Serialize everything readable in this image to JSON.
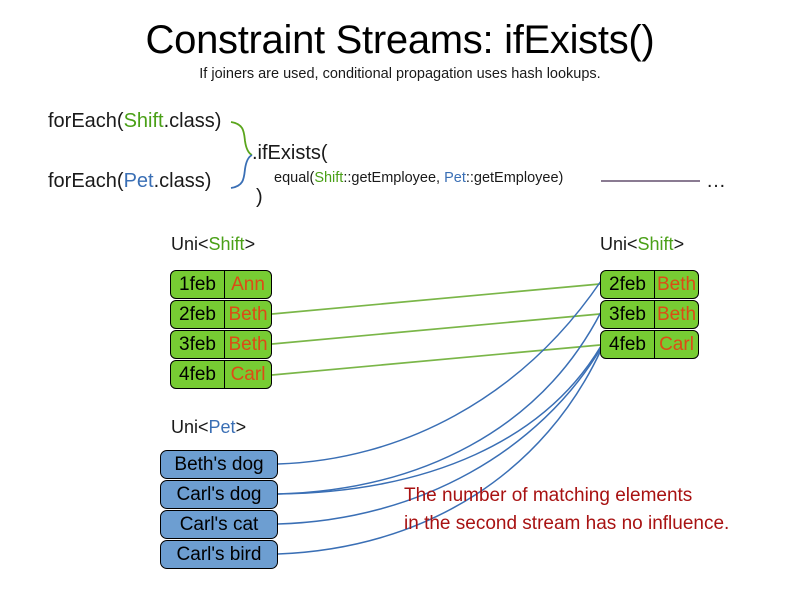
{
  "slide": {
    "title": "Constraint Streams: ifExists()",
    "subtitle": "If joiners are used, conditional propagation uses hash lookups."
  },
  "code": {
    "foreach_shift_prefix": "forEach(",
    "foreach_shift_type": "Shift",
    "foreach_shift_suffix": ".class)",
    "foreach_pet_prefix": "forEach(",
    "foreach_pet_type": "Pet",
    "foreach_pet_suffix": ".class)",
    "ifexists": ".ifExists(",
    "close_paren": ")",
    "equal_prefix": "equal(",
    "equal_left_type": "Shift",
    "equal_left_method": "::getEmployee, ",
    "equal_right_type": "Pet",
    "equal_right_method": "::getEmployee)",
    "ellipsis": "…"
  },
  "streams": {
    "left_label_prefix": "Uni<",
    "left_label_type": "Shift",
    "left_label_suffix": ">",
    "right_label_prefix": "Uni<",
    "right_label_type": "Shift",
    "right_label_suffix": ">",
    "pet_label_prefix": "Uni<",
    "pet_label_type": "Pet",
    "pet_label_suffix": ">",
    "left_tuples": [
      {
        "date": "1feb",
        "name": "Ann"
      },
      {
        "date": "2feb",
        "name": "Beth"
      },
      {
        "date": "3feb",
        "name": "Beth"
      },
      {
        "date": "4feb",
        "name": "Carl"
      }
    ],
    "right_tuples": [
      {
        "date": "2feb",
        "name": "Beth"
      },
      {
        "date": "3feb",
        "name": "Beth"
      },
      {
        "date": "4feb",
        "name": "Carl"
      }
    ],
    "pet_items": [
      "Beth's dog",
      "Carl's dog",
      "Carl's cat",
      "Carl's bird"
    ]
  },
  "note": {
    "line1": "The number of matching elements",
    "line2": "in the second stream has no influence."
  },
  "colors": {
    "shift_green": "#4aa017",
    "pet_blue": "#3a6fb5",
    "tuple_fill": "#77cc33",
    "tuple_name_text": "#dd4b16",
    "pet_fill": "#6d9ed1",
    "note_red": "#a81212",
    "joiner_line": "#8a7b92"
  }
}
